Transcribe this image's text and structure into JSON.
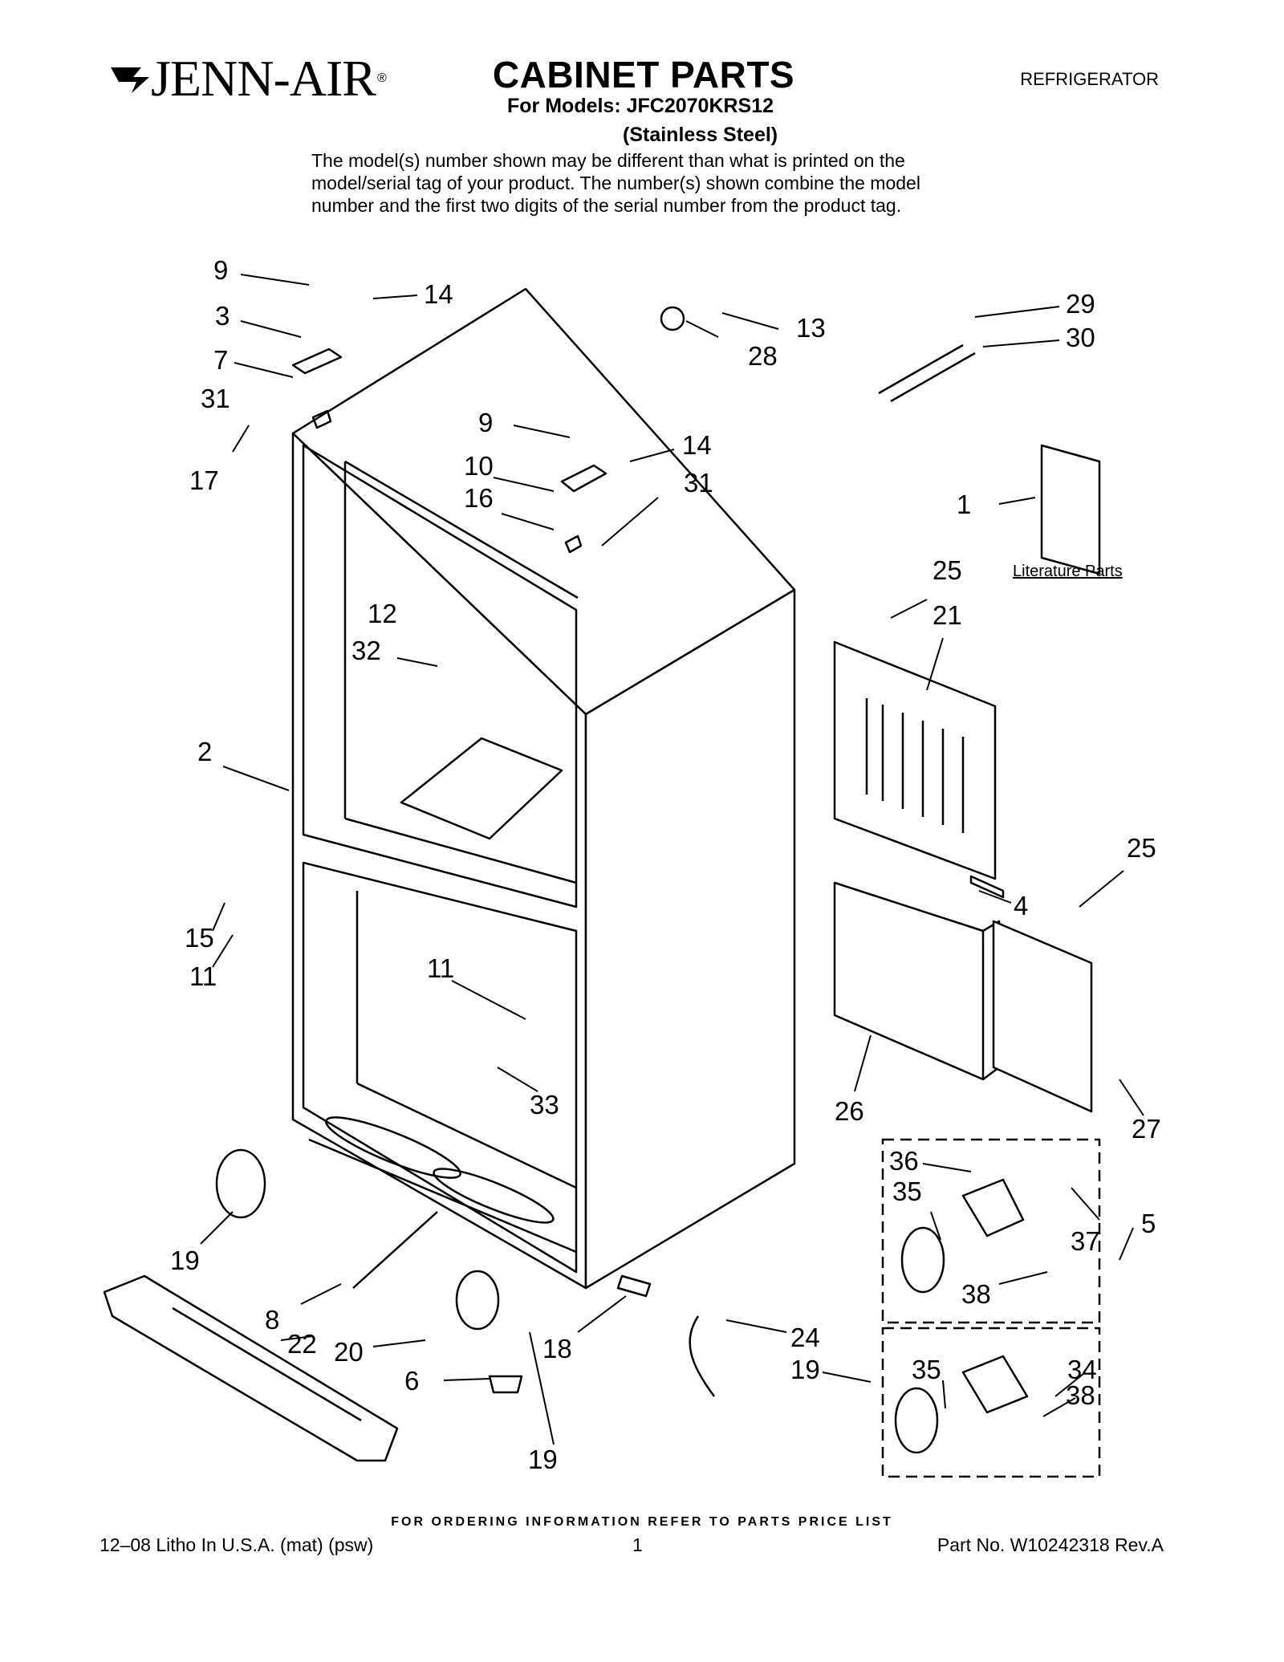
{
  "header": {
    "brand": "JENN-AIR",
    "brand_mark": "®",
    "title": "CABINET PARTS",
    "models_line": "For Models: JFC2070KRS12",
    "finish": "(Stainless Steel)",
    "category": "REFRIGERATOR",
    "disclaimer": "The model(s) number shown may be different than what is printed on the model/serial tag of your product. The number(s) shown combine the model number and the first two digits of the serial number from the product tag."
  },
  "diagram": {
    "literature_label": "Literature Parts",
    "callouts": [
      "9",
      "14",
      "3",
      "7",
      "31",
      "17",
      "13",
      "28",
      "29",
      "30",
      "9",
      "14",
      "10",
      "31",
      "16",
      "1",
      "12",
      "25",
      "21",
      "32",
      "2",
      "25",
      "4",
      "15",
      "11",
      "11",
      "33",
      "26",
      "27",
      "36",
      "35",
      "37",
      "5",
      "19",
      "38",
      "8",
      "22",
      "20",
      "18",
      "24",
      "19",
      "35",
      "34",
      "38",
      "6",
      "19"
    ]
  },
  "footer": {
    "ordering": "FOR ORDERING INFORMATION REFER TO PARTS PRICE LIST",
    "litho": "12–08 Litho In U.S.A. (mat) (psw)",
    "page": "1",
    "part_no": "Part No. W10242318 Rev.A"
  },
  "colors": {
    "ink": "#000000",
    "paper": "#ffffff"
  }
}
